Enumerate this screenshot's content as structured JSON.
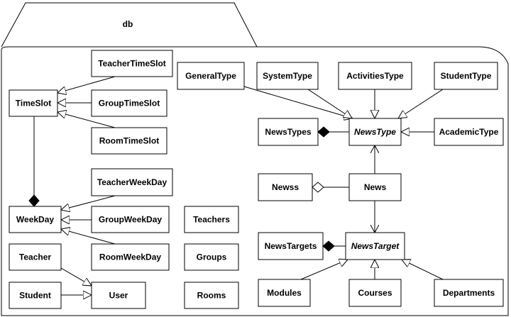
{
  "package": {
    "name": "db"
  },
  "classes": {
    "TeacherTimeSlot": "TeacherTimeSlot",
    "TimeSlot": "TimeSlot",
    "GroupTimeSlot": "GroupTimeSlot",
    "RoomTimeSlot": "RoomTimeSlot",
    "TeacherWeekDay": "TeacherWeekDay",
    "WeekDay": "WeekDay",
    "GroupWeekDay": "GroupWeekDay",
    "RoomWeekDay": "RoomWeekDay",
    "Teacher": "Teacher",
    "Student": "Student",
    "User": "User",
    "Teachers": "Teachers",
    "Groups": "Groups",
    "Rooms": "Rooms",
    "GeneralType": "GeneralType",
    "SystemType": "SystemType",
    "ActivitiesType": "ActivitiesType",
    "StudentType": "StudentType",
    "NewsTypes": "NewsTypes",
    "NewsType": "NewsType",
    "AcademicType": "AcademicType",
    "Newss": "Newss",
    "News": "News",
    "NewsTargets": "NewsTargets",
    "NewsTarget": "NewsTarget",
    "Modules": "Modules",
    "Courses": "Courses",
    "Departments": "Departments"
  }
}
